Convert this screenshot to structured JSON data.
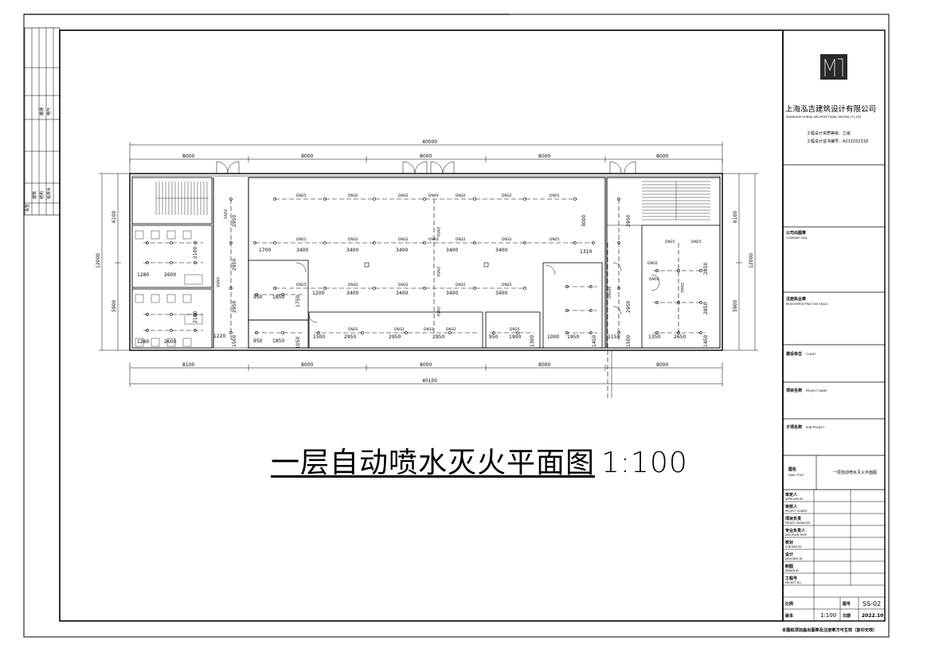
{
  "drawing": {
    "title": "一层自动喷水灭火平面图",
    "scale": "1:100"
  },
  "dimensions": {
    "top_total": "40000",
    "top": [
      "8000",
      "8000",
      "8000",
      "8000",
      "8000"
    ],
    "bottom": [
      "8100",
      "8000",
      "8000",
      "8000",
      "8000"
    ],
    "bottom_total": "40100",
    "left_total": "12000",
    "left": [
      "6100",
      "5900"
    ],
    "right_total": "12000",
    "right": [
      "6100",
      "5900"
    ]
  },
  "pipe_labels": {
    "row1": [
      "DN25",
      "DN32",
      "DN32",
      "DN40",
      "DN32",
      "DN32",
      "DN25"
    ],
    "row2": [
      "DN25",
      "DN32",
      "DN32",
      "DN40",
      "DN32",
      "DN32",
      "DN25"
    ],
    "row3": [
      "DN25",
      "DN32",
      "DN32",
      "DN32",
      "DN25"
    ],
    "row4": [
      "DN25",
      "DN32",
      "DN32",
      "DN32",
      "DN25"
    ],
    "risers": [
      "DN50",
      "DN50",
      "DN50",
      "DN100",
      "DN50",
      "DN40",
      "DN25",
      "DN25"
    ],
    "vertical_main": [
      "DN50",
      "DN50",
      "DN50"
    ]
  },
  "segments": {
    "hall_row2": [
      "1700",
      "3400",
      "3400",
      "3400",
      "3400",
      "3400",
      "1310"
    ],
    "hall_row3": [
      "1200",
      "3400",
      "3400",
      "3400",
      "3400"
    ],
    "hall_row4": [
      "1500",
      "2950",
      "2950",
      "2950"
    ],
    "left_rooms": [
      "1280",
      "2600",
      "1280",
      "2600",
      "950",
      "1850",
      "950",
      "1850",
      "1750",
      "1050"
    ],
    "left_vert": [
      "2950",
      "2950",
      "2950",
      "1500",
      "2100",
      "2100",
      "1220"
    ],
    "mid_right": [
      "950",
      "1900",
      "1300",
      "1000",
      "1950",
      "1450",
      "1150",
      "1500"
    ],
    "right_room": [
      "1350",
      "2650",
      "1450",
      "2850",
      "2850",
      "2950",
      "2950",
      "3000"
    ]
  },
  "title_block": {
    "company_cn": "上海泓吉建筑设计有限公司",
    "company_en": "SHANGHAI HONGJI ARCHITECTURAL DESIGN CO.,LTD",
    "qualification_grade": "工程设计资质等级：乙级",
    "certificate_no": "工程设计证书编号：A231032318",
    "company_seal_cn": "公司出图章",
    "company_seal_en": "COMPANY SEAL",
    "registered_seal_cn": "注册执业章",
    "registered_seal_en": "REGISTERED PRACTICE SEALS",
    "client_cn": "建设单位",
    "client_en": "CLIENT",
    "project_cn": "项目名称",
    "project_en": "PROJECT NAME",
    "subproject_cn": "子项名称",
    "subproject_en": "SUB PROJECT",
    "drawing_title_cn": "图名",
    "drawing_title_en": "DWG TITLE",
    "drawing_title_value": "一层自动喷水灭火平面图",
    "roles": [
      {
        "cn": "审定人",
        "en": "APPROVED BY"
      },
      {
        "cn": "审核人",
        "en": "PROJECT LEADER"
      },
      {
        "cn": "项目负责",
        "en": "PROJECT MANAGER"
      },
      {
        "cn": "专业负责人",
        "en": "DISCIPLINE RESP."
      },
      {
        "cn": "校对",
        "en": "CHECKED BY"
      },
      {
        "cn": "设计",
        "en": "DESIGNED BY"
      },
      {
        "cn": "制图",
        "en": "DRAWN BY"
      },
      {
        "cn": "工程号",
        "en": "PROJECT NO."
      }
    ],
    "scale_label": "比例",
    "scale_value": "1:100",
    "sheet_no_label": "图号",
    "sheet_no": "SS-02",
    "date_label": "日期",
    "date_value": "2022.10",
    "version_label": "版本",
    "footer_note": "本图纸须加盖出图章及注册章方可生效（复印无效）"
  },
  "left_strip": {
    "labels": [
      "会签",
      "建筑",
      "结构",
      "给排水",
      "暖通",
      "电气"
    ]
  }
}
